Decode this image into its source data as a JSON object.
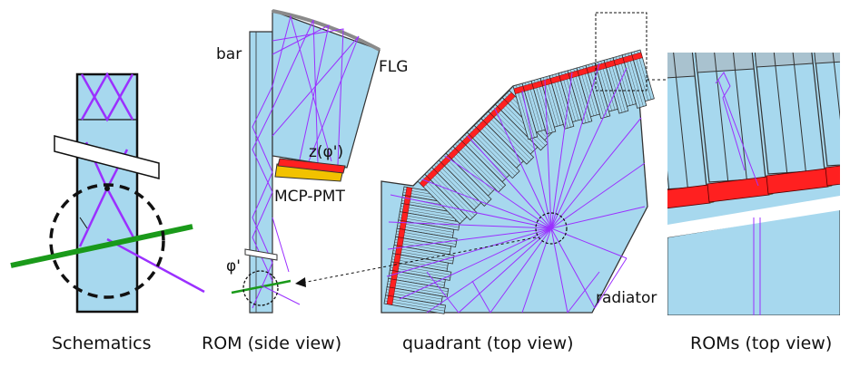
{
  "captions": {
    "schematics": "Schematics",
    "rom_side": "ROM (side view)",
    "quadrant": "quadrant (top view)",
    "roms_top": "ROMs (top view)"
  },
  "labels": {
    "bar": "bar",
    "flg": "FLG",
    "z_phi": "z(φ')",
    "mcp_pmt": "MCP-PMT",
    "phi": "φ'",
    "radiator": "radiator"
  },
  "colors": {
    "radiator": "#a7d8ee",
    "photon": "#9b30ff",
    "sensor": "#ff2020",
    "sensor_base": "#f2c200",
    "track": "#1a9a1a",
    "outline": "#222222",
    "mirror": "#8a8a8a",
    "module_top": "#a9c2cf"
  }
}
